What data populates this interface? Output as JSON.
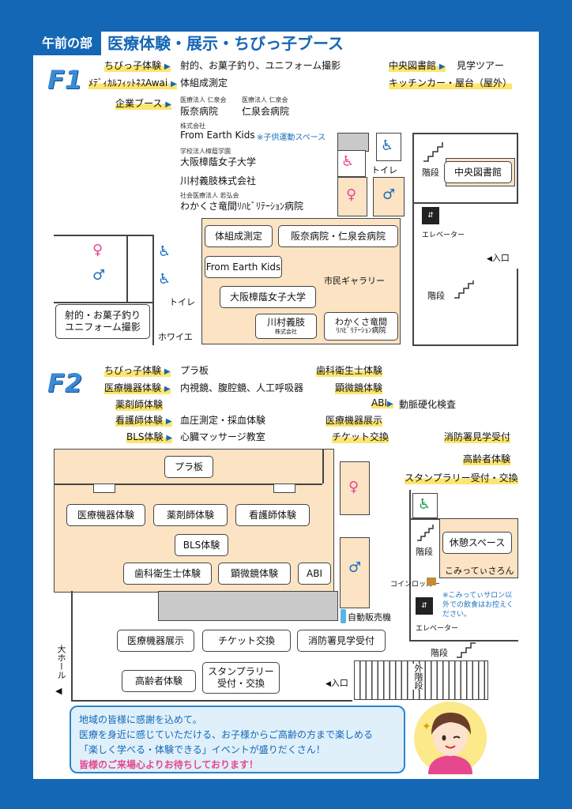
{
  "header": {
    "badge": "午前の部",
    "title": "医療体験・展示・ちびっ子ブース"
  },
  "f1": {
    "floor_label": "F1",
    "listing": [
      {
        "name": "ちびっ子体験",
        "detail": "射的、お菓子釣り、ユニフォーム撮影"
      },
      {
        "name": "ﾒﾃﾞｨｶﾙﾌｨｯﾄﾈｽAwai",
        "detail": "体組成測定"
      },
      {
        "name": "企業ブース",
        "detail": ""
      }
    ],
    "companies": [
      {
        "small": "医療法人 仁泉会",
        "name": "阪奈病院"
      },
      {
        "small": "医療法人 仁泉会",
        "name": "仁泉会病院"
      },
      {
        "small": "株式会社",
        "name": "From Earth Kids",
        "note": "※子供運動スペース"
      },
      {
        "small": "学校法人樟蔭学園",
        "name": "大阪樟蔭女子大学"
      },
      {
        "small": "",
        "name": "川村義肢株式会社"
      },
      {
        "small": "社会医療法人 若弘会",
        "name": "わかくさ竜間ﾘﾊﾋﾞﾘﾃｰｼｮﾝ病院"
      }
    ],
    "right_listing": [
      {
        "name": "中央図書館",
        "detail": "見学ツアー"
      },
      {
        "name": "キッチンカー・屋台（屋外）",
        "detail": ""
      }
    ],
    "map": {
      "toilet": "トイレ",
      "toilet2": "トイレ",
      "stairs": "階段",
      "stairs2": "階段",
      "library": "中央図書館",
      "elevator": "エレベーター",
      "entrance": "入口",
      "gallery": "市民ギャラリー",
      "foyer": "ホワイエ",
      "b_body": "体組成測定",
      "b_hanna": "阪奈病院・仁泉会病院",
      "b_fek": "From Earth Kids",
      "b_osaka": "大阪樟蔭女子大学",
      "b_kawa": "川村義肢",
      "b_kawa_sm": "株式会社",
      "b_waka1": "わかくさ竜間",
      "b_waka2": "ﾘﾊﾋﾞﾘﾃｰｼｮﾝ病院",
      "b_shateki1": "射的・お菓子釣り",
      "b_shateki2": "ユニフォーム撮影"
    }
  },
  "f2": {
    "floor_label": "F2",
    "listing": [
      {
        "name": "ちびっ子体験",
        "detail": "プラ板"
      },
      {
        "name": "医療機器体験",
        "detail": "内視鏡、腹腔鏡、人工呼吸器"
      },
      {
        "name": "薬剤師体験",
        "detail": ""
      },
      {
        "name": "看護師体験",
        "detail": "血圧測定・採血体験"
      },
      {
        "name": "BLS体験",
        "detail": "心臓マッサージ教室"
      }
    ],
    "mid_listing": [
      {
        "name": "歯科衛生士体験",
        "detail": ""
      },
      {
        "name": "顕微鏡体験",
        "detail": ""
      },
      {
        "name": "ABI",
        "detail": "動脈硬化検査"
      },
      {
        "name": "医療機器展示",
        "detail": ""
      },
      {
        "name": "チケット交換",
        "detail": ""
      }
    ],
    "right_listing": [
      "消防署見学受付",
      "高齢者体験",
      "スタンプラリー受付・交換"
    ],
    "map": {
      "b_pla": "プラ板",
      "b_iryo": "医療機器体験",
      "b_yaku": "薬剤師体験",
      "b_kango": "看護師体験",
      "b_bls": "BLS体験",
      "b_shika": "歯科衛生士体験",
      "b_kenbi": "顕微鏡体験",
      "b_abi": "ABI",
      "b_tenji": "医療機器展示",
      "b_ticket": "チケット交換",
      "b_shobo": "消防署見学受付",
      "b_korei": "高齢者体験",
      "b_stamp1": "スタンプラリー",
      "b_stamp2": "受付・交換",
      "stairs": "階段",
      "stairs2": "階段",
      "kyukei": "休憩スペース",
      "komatte": "こみってぃさろん",
      "coin": "コインロッカー",
      "elevator": "エレベーター",
      "vending": "自動販売機",
      "entrance": "入口",
      "outside_stairs": "外階段",
      "big_hall": "大ホール",
      "note": "※こみってぃサロン以外での飲食はお控えください。"
    }
  },
  "bubble": {
    "line1": "地域の皆様に感謝を込めて。",
    "line2": "医療を身近に感じていただける、お子様からご高齢の方まで楽しめる",
    "line3": "「楽しく学べる・体験できる」イベントが盛りだくさん！",
    "line4": "皆様のご来場心よりお待ちしております！"
  },
  "colors": {
    "brand": "#1467b5",
    "highlight": "#fde56f",
    "room": "#fbe3c4",
    "pink": "#e6478f"
  }
}
